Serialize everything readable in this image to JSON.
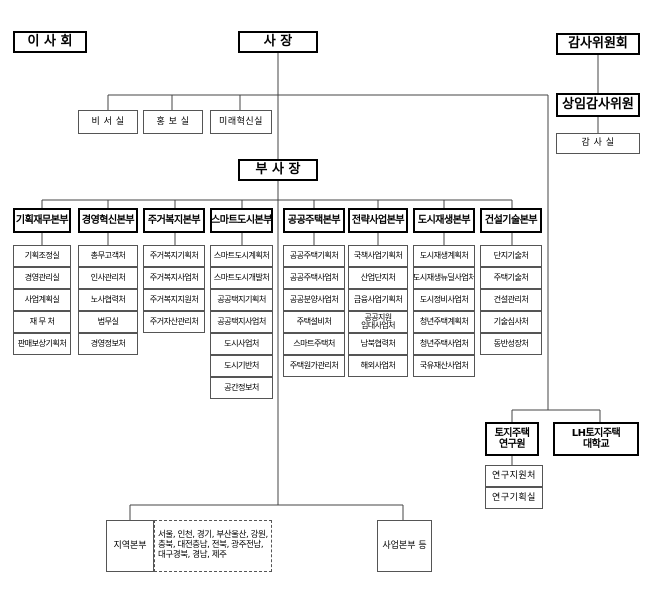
{
  "top": {
    "board": "이 사 회",
    "ceo": "사    장",
    "audit_committee": "감사위원회",
    "standing_audit": "상임감사위원",
    "audit_office": "감 사 실"
  },
  "staff": [
    "비 서 실",
    "홍 보 실",
    "미래혁신실"
  ],
  "vice_president": "부  사  장",
  "divisions": [
    {
      "name": "기획재무본부",
      "units": [
        "기획조정실",
        "경영관리실",
        "사업계획실",
        "재   무   처",
        "판매보상기획처"
      ]
    },
    {
      "name": "경영혁신본부",
      "units": [
        "총무고객처",
        "인사관리처",
        "노사협력처",
        "법무실",
        "경영정보처"
      ]
    },
    {
      "name": "주거복지본부",
      "units": [
        "주거복지기획처",
        "주거복지사업처",
        "주거복지지원처",
        "주거자산관리처"
      ]
    },
    {
      "name": "스마트도시본부",
      "units": [
        "스마트도시계획처",
        "스마트도시개발처",
        "공공택지기획처",
        "공공택지사업처",
        "도시사업처",
        "도시기반처",
        "공간정보처"
      ]
    },
    {
      "name": "공공주택본부",
      "units": [
        "공공주택기획처",
        "공공주택사업처",
        "공공분양사업처",
        "주택설비처",
        "스마트주택처",
        "주택원가관리처"
      ]
    },
    {
      "name": "전략사업본부",
      "units": [
        "국책사업기획처",
        "산업단지처",
        "금융사업기획처",
        "공공지원\n임대사업처",
        "남북협력처",
        "해외사업처"
      ]
    },
    {
      "name": "도시재생본부",
      "units": [
        "도시재생계획처",
        "도시재생뉴딜사업처",
        "도시정비사업처",
        "청년주택계획처",
        "청년주택사업처",
        "국유재산사업처"
      ]
    },
    {
      "name": "건설기술본부",
      "units": [
        "단지기술처",
        "주택기술처",
        "건설관리처",
        "기술심사처",
        "동반성장처"
      ]
    }
  ],
  "affiliates": {
    "research": {
      "name": "토지주택\n연구원",
      "units": [
        "연구지원처",
        "연구기획실"
      ]
    },
    "university": {
      "name": "LH토지주택\n대학교"
    }
  },
  "regional": {
    "label": "지역본부",
    "detail": "서울, 인천, 경기, 부산울산, 강원,\n충북, 대전충남, 전북, 광주전남,\n대구경북, 경남, 제주"
  },
  "business_hq": "사업본부 등"
}
